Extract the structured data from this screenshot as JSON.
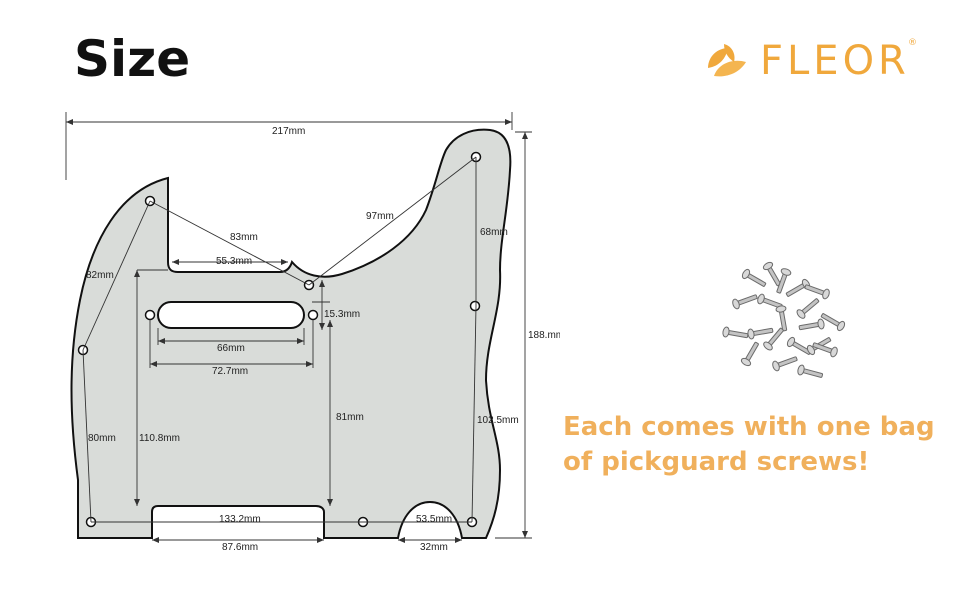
{
  "header": {
    "title": "Size"
  },
  "brand": {
    "name": "FLEOR",
    "registered_mark": "®",
    "color": "#f0a83c"
  },
  "diagram": {
    "subject": "pickguard",
    "dimensions": {
      "total_width": "217mm",
      "total_height": "188.mm",
      "hole_span_diag_upper": "97mm",
      "upper_right_vertical": "68mm",
      "neck_pocket_diag": "83mm",
      "neck_pocket_width": "55.3mm",
      "left_upper_edge": "82mm",
      "pickup_height": "15.3mm",
      "pickup_slot_width": "66mm",
      "pickup_hole_span": "72.7mm",
      "mid_vertical": "81mm",
      "right_lower_vertical": "102.5mm",
      "left_lower_edge": "80mm",
      "left_inner_vertical": "110.8mm",
      "bottom_hole_span": "133.2mm",
      "bottom_right_span": "53.5mm",
      "bottom_notch_width": "87.6mm",
      "bottom_arc_width": "32mm"
    }
  },
  "caption": {
    "line1": "Each comes with one bag",
    "line2": "of pickguard screws!",
    "color": "#f0b05c"
  },
  "accessory": {
    "item": "pickguard-screws"
  }
}
